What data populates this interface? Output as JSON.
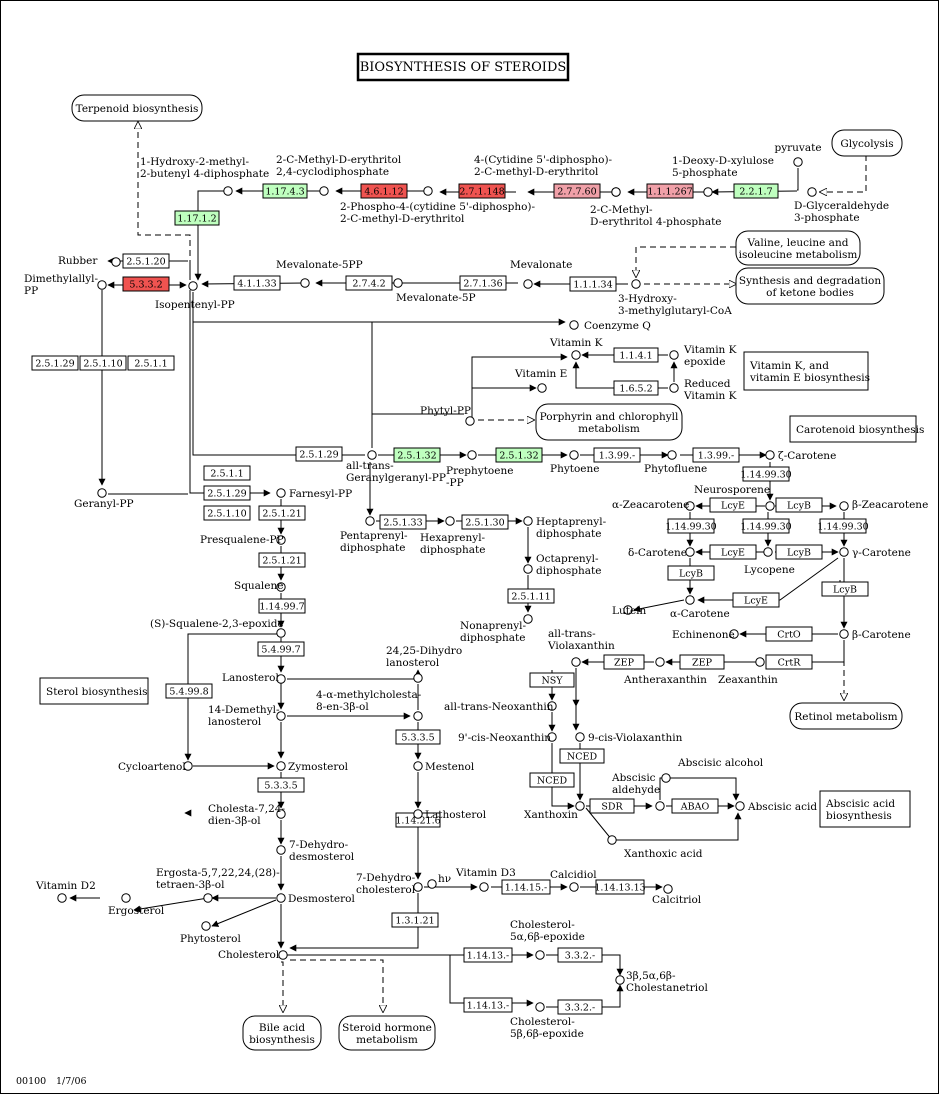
{
  "title": "BIOSYNTHESIS OF STEROIDS",
  "footer": {
    "map_id": "00100",
    "date": "1/7/06"
  },
  "colors": {
    "green": "#bfffbf",
    "red": "#ef5350",
    "pink": "#f0a0a8",
    "white": "#ffffff",
    "line": "#000000"
  },
  "pathways": [
    {
      "id": "terpenoid",
      "label": [
        "Terpenoid biosynthesis"
      ]
    },
    {
      "id": "glycolysis",
      "label": [
        "Glycolysis"
      ]
    },
    {
      "id": "valine",
      "label": [
        "Valine, leucine and",
        "isoleucine metabolism"
      ]
    },
    {
      "id": "ketone",
      "label": [
        "Synthesis and degradation",
        "of ketone bodies"
      ]
    },
    {
      "id": "porphyrin",
      "label": [
        "Porphyrin and chlorophyll",
        "metabolism"
      ]
    },
    {
      "id": "retinol",
      "label": [
        "Retinol metabolism"
      ]
    },
    {
      "id": "bile",
      "label": [
        "Bile acid",
        "biosynthesis"
      ]
    },
    {
      "id": "hormone",
      "label": [
        "Steroid hormone",
        "metabolism"
      ]
    }
  ],
  "notes": [
    {
      "id": "vitk",
      "label": [
        "Vitamin K, and",
        "vitamin E biosynthesis"
      ]
    },
    {
      "id": "carot",
      "label": [
        "Carotenoid biosynthesis"
      ]
    },
    {
      "id": "sterol",
      "label": [
        "Sterol biosynthesis"
      ]
    },
    {
      "id": "abscisic",
      "label": [
        "Abscisic acid",
        "biosynthesis"
      ]
    }
  ],
  "enzymes": [
    {
      "label": "1.17.4.3",
      "color": "green"
    },
    {
      "label": "4.6.1.12",
      "color": "red"
    },
    {
      "label": "2.7.1.148",
      "color": "red"
    },
    {
      "label": "2.7.7.60",
      "color": "pink"
    },
    {
      "label": "1.1.1.267",
      "color": "pink"
    },
    {
      "label": "2.2.1.7",
      "color": "green"
    },
    {
      "label": "1.17.1.2",
      "color": "green"
    },
    {
      "label": "2.5.1.20",
      "color": "white"
    },
    {
      "label": "5.3.3.2",
      "color": "red"
    },
    {
      "label": "4.1.1.33",
      "color": "white"
    },
    {
      "label": "2.7.4.2",
      "color": "white"
    },
    {
      "label": "2.7.1.36",
      "color": "white"
    },
    {
      "label": "1.1.1.34",
      "color": "white"
    },
    {
      "label": "2.5.1.29",
      "color": "white"
    },
    {
      "label": "2.5.1.10",
      "color": "white"
    },
    {
      "label": "2.5.1.1",
      "color": "white"
    },
    {
      "label": "1.1.4.1",
      "color": "white"
    },
    {
      "label": "1.6.5.2",
      "color": "white"
    },
    {
      "label": "2.5.1.29",
      "color": "white"
    },
    {
      "label": "2.5.1.32",
      "color": "green"
    },
    {
      "label": "2.5.1.32",
      "color": "green"
    },
    {
      "label": "1.3.99.-",
      "color": "white"
    },
    {
      "label": "1.3.99.-",
      "color": "white"
    },
    {
      "label": "2.5.1.1",
      "color": "white"
    },
    {
      "label": "2.5.1.29",
      "color": "white"
    },
    {
      "label": "2.5.1.10",
      "color": "white"
    },
    {
      "label": "2.5.1.21",
      "color": "white"
    },
    {
      "label": "2.5.1.21",
      "color": "white"
    },
    {
      "label": "1.14.99.7",
      "color": "white"
    },
    {
      "label": "2.5.1.33",
      "color": "white"
    },
    {
      "label": "2.5.1.30",
      "color": "white"
    },
    {
      "label": "2.5.1.11",
      "color": "white"
    },
    {
      "label": "1.14.99.30",
      "color": "white"
    },
    {
      "label": "LcyE",
      "color": "white"
    },
    {
      "label": "LcyB",
      "color": "white"
    },
    {
      "label": "1.14.99.30",
      "color": "white"
    },
    {
      "label": "1.14.99.30",
      "color": "white"
    },
    {
      "label": "1.14.99.30",
      "color": "white"
    },
    {
      "label": "LcyE",
      "color": "white"
    },
    {
      "label": "LcyB",
      "color": "white"
    },
    {
      "label": "LcyB",
      "color": "white"
    },
    {
      "label": "LcyE",
      "color": "white"
    },
    {
      "label": "LcyB",
      "color": "white"
    },
    {
      "label": "CrtO",
      "color": "white"
    },
    {
      "label": "CrtR",
      "color": "white"
    },
    {
      "label": "ZEP",
      "color": "white"
    },
    {
      "label": "ZEP",
      "color": "white"
    },
    {
      "label": "NSY",
      "color": "white"
    },
    {
      "label": "NCED",
      "color": "white"
    },
    {
      "label": "NCED",
      "color": "white"
    },
    {
      "label": "SDR",
      "color": "white"
    },
    {
      "label": "ABAO",
      "color": "white"
    },
    {
      "label": "5.4.99.7",
      "color": "white"
    },
    {
      "label": "5.4.99.8",
      "color": "white"
    },
    {
      "label": "5.3.3.5",
      "color": "white"
    },
    {
      "label": "5.3.3.5",
      "color": "white"
    },
    {
      "label": "1.14.21.6",
      "color": "white"
    },
    {
      "label": "1.3.1.21",
      "color": "white"
    },
    {
      "label": "1.14.15.-",
      "color": "white"
    },
    {
      "label": "1.14.13.13",
      "color": "white"
    },
    {
      "label": "1.14.13.-",
      "color": "white"
    },
    {
      "label": "3.3.2.-",
      "color": "white"
    },
    {
      "label": "1.14.13.-",
      "color": "white"
    },
    {
      "label": "3.3.2.-",
      "color": "white"
    }
  ],
  "compounds": [
    {
      "label": [
        "pyruvate"
      ]
    },
    {
      "label": [
        "1-Deoxy-D-xylulose",
        "5-phosphate"
      ]
    },
    {
      "label": [
        "D-Glyceraldehyde",
        "3-phosphate"
      ]
    },
    {
      "label": [
        "4-(Cytidine 5'-diphospho)-",
        "2-C-methyl-D-erythritol"
      ]
    },
    {
      "label": [
        "2-C-Methyl-D-erythritol",
        "2,4-cyclodiphosphate"
      ]
    },
    {
      "label": [
        "1-Hydroxy-2-methyl-",
        "2-butenyl 4-diphosphate"
      ]
    },
    {
      "label": [
        "2-Phospho-4-(cytidine 5'-diphospho)-",
        "2-C-methyl-D-erythritol"
      ]
    },
    {
      "label": [
        "2-C-Methyl-",
        "D-erythritol 4-phosphate"
      ]
    },
    {
      "label": [
        "Rubber"
      ]
    },
    {
      "label": [
        "Dimethylallyl-",
        "PP"
      ]
    },
    {
      "label": [
        "Isopentenyl-PP"
      ]
    },
    {
      "label": [
        "Mevalonate-5PP"
      ]
    },
    {
      "label": [
        "Mevalonate"
      ]
    },
    {
      "label": [
        "Mevalonate-5P"
      ]
    },
    {
      "label": [
        "3-Hydroxy-",
        "3-methylglutaryl-CoA"
      ]
    },
    {
      "label": [
        "Coenzyme Q"
      ]
    },
    {
      "label": [
        "Vitamin K"
      ]
    },
    {
      "label": [
        "Vitamin K",
        "epoxide"
      ]
    },
    {
      "label": [
        "Reduced",
        "Vitamin K"
      ]
    },
    {
      "label": [
        "Vitamin E"
      ]
    },
    {
      "label": [
        "Phytyl-PP"
      ]
    },
    {
      "label": [
        "all-trans-",
        "Geranylgeranyl-PP"
      ]
    },
    {
      "label": [
        "Prephytoene",
        "-PP"
      ]
    },
    {
      "label": [
        "Phytoene"
      ]
    },
    {
      "label": [
        "Phytofluene"
      ]
    },
    {
      "label": [
        "ζ-Carotene"
      ]
    },
    {
      "label": [
        "Neurosporene"
      ]
    },
    {
      "label": [
        "α-Zeacarotene"
      ]
    },
    {
      "label": [
        "β-Zeacarotene"
      ]
    },
    {
      "label": [
        "δ-Carotene"
      ]
    },
    {
      "label": [
        "Lycopene"
      ]
    },
    {
      "label": [
        "γ-Carotene"
      ]
    },
    {
      "label": [
        "Lutein"
      ]
    },
    {
      "label": [
        "α-Carotene"
      ]
    },
    {
      "label": [
        "Echinenone"
      ]
    },
    {
      "label": [
        "β-Carotene"
      ]
    },
    {
      "label": [
        "Zeaxanthin"
      ]
    },
    {
      "label": [
        "Antheraxanthin"
      ]
    },
    {
      "label": [
        "all-trans-",
        "Violaxanthin"
      ]
    },
    {
      "label": [
        "all-trans-Neoxanthin"
      ]
    },
    {
      "label": [
        "9'-cis-Neoxanthin"
      ]
    },
    {
      "label": [
        "9-cis-Violaxanthin"
      ]
    },
    {
      "label": [
        "Xanthoxin"
      ]
    },
    {
      "label": [
        "Abscisic",
        "aldehyde"
      ]
    },
    {
      "label": [
        "Abscisic alcohol"
      ]
    },
    {
      "label": [
        "Abscisic acid"
      ]
    },
    {
      "label": [
        "Xanthoxic acid"
      ]
    },
    {
      "label": [
        "Geranyl-PP"
      ]
    },
    {
      "label": [
        "Farnesyl-PP"
      ]
    },
    {
      "label": [
        "Presqualene-PP"
      ]
    },
    {
      "label": [
        "Squalene"
      ]
    },
    {
      "label": [
        "(S)-Squalene-2,3-epoxide"
      ]
    },
    {
      "label": [
        "Pentaprenyl-",
        "diphosphate"
      ]
    },
    {
      "label": [
        "Hexaprenyl-",
        "diphosphate"
      ]
    },
    {
      "label": [
        "Heptaprenyl-",
        "diphosphate"
      ]
    },
    {
      "label": [
        "Octaprenyl-",
        "diphosphate"
      ]
    },
    {
      "label": [
        "Nonaprenyl-",
        "diphosphate"
      ]
    },
    {
      "label": [
        "Lanosterol"
      ]
    },
    {
      "label": [
        "24,25-Dihydro",
        "lanosterol"
      ]
    },
    {
      "label": [
        "14-Demethyl-",
        "lanosterol"
      ]
    },
    {
      "label": [
        "4-α-methylcholesta-",
        "8-en-3β-ol"
      ]
    },
    {
      "label": [
        "Cycloartenol"
      ]
    },
    {
      "label": [
        "Zymosterol"
      ]
    },
    {
      "label": [
        "Mestenol"
      ]
    },
    {
      "label": [
        "Lathosterol"
      ]
    },
    {
      "label": [
        "Cholesta-7,24-",
        "dien-3β-ol"
      ]
    },
    {
      "label": [
        "7-Dehydro-",
        "desmosterol"
      ]
    },
    {
      "label": [
        "7-Dehydro-",
        "cholesterol"
      ]
    },
    {
      "label": [
        "hν"
      ]
    },
    {
      "label": [
        "Vitamin D3"
      ]
    },
    {
      "label": [
        "Calcidiol"
      ]
    },
    {
      "label": [
        "Calcitriol"
      ]
    },
    {
      "label": [
        "Ergosta-5,7,22,24,(28)-",
        "tetraen-3β-ol"
      ]
    },
    {
      "label": [
        "Vitamin D2"
      ]
    },
    {
      "label": [
        "Ergosterol"
      ]
    },
    {
      "label": [
        "Desmosterol"
      ]
    },
    {
      "label": [
        "Phytosterol"
      ]
    },
    {
      "label": [
        "Cholesterol"
      ]
    },
    {
      "label": [
        "Cholesterol-",
        "5α,6β-epoxide"
      ]
    },
    {
      "label": [
        "3β,5α,6β-",
        "Cholestanetriol"
      ]
    },
    {
      "label": [
        "Cholesterol-",
        "5β,6β-epoxide"
      ]
    }
  ]
}
